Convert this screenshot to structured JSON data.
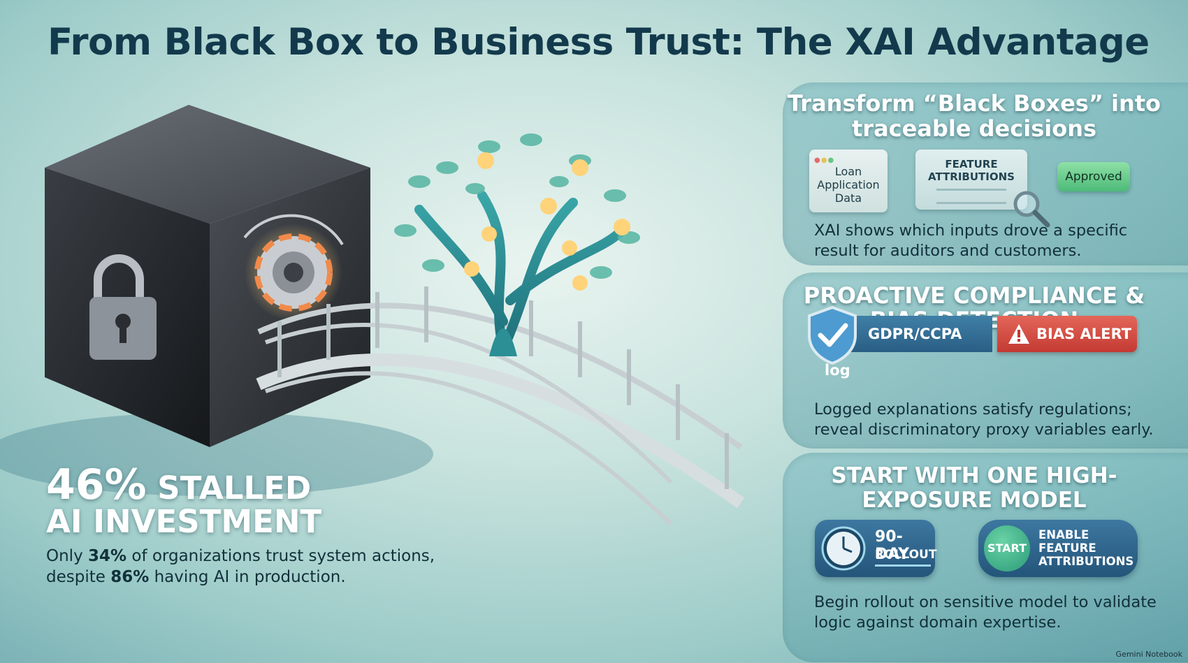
{
  "title": "From Black Box to Business Trust: The XAI Advantage",
  "stat": {
    "headline_number": "46%",
    "headline_rest": " STALLED",
    "headline_line2": "AI INVESTMENT",
    "sub_1": "Only ",
    "sub_2": "34%",
    "sub_3": " of organizations trust system actions, despite ",
    "sub_4": "86%",
    "sub_5": " having AI in production."
  },
  "panel1": {
    "title": "Transform “Black Boxes” into traceable decisions",
    "card_loan": "Loan Application Data",
    "card_feature": "FEATURE ATTRIBUTIONS",
    "approved": "Approved",
    "body": "XAI shows which inputs drove a specific result for auditors and customers."
  },
  "panel2": {
    "title": "PROACTIVE COMPLIANCE & BIAS DETECTION",
    "gdpr": "GDPR/CCPA log",
    "bias": "BIAS ALERT",
    "body": "Logged explanations satisfy regulations; reveal discriminatory proxy variables early."
  },
  "panel3": {
    "title": "START WITH ONE HIGH-EXPOSURE MODEL",
    "rollout_1": "90-DAY",
    "rollout_2": "ROLLOUT",
    "start": "START",
    "enable": "ENABLE FEATURE ATTRIBUTIONS",
    "body": "Begin rollout on sensitive model to validate logic against domain expertise."
  },
  "brand": "Gemini Notebook",
  "colors": {
    "title": "#133a4c",
    "approved": "#4dba79",
    "bias_alert": "#c33a33",
    "gdpr": "#2a5e84"
  }
}
